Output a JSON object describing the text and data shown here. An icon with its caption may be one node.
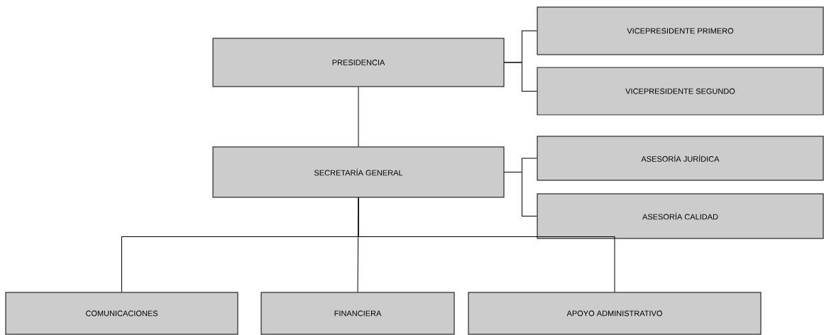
{
  "diagram": {
    "nodes": [
      {
        "text": [
          "PRESIDENCIA"
        ]
      },
      {
        "text": [
          "VICEPRESIDENTE PRIMERO"
        ]
      },
      {
        "text": [
          "VICEPRESIDENTE SEGUNDO"
        ]
      },
      {
        "text": [
          "SECRETARÍA GENERAL"
        ]
      },
      {
        "text": [
          "ASESORÍA JURÍDICA"
        ]
      },
      {
        "text": [
          "ASESORÍA CALIDAD"
        ]
      },
      {
        "text": [
          "COMUNICACIONES"
        ]
      },
      {
        "text": [
          "FINANCIERA"
        ]
      },
      {
        "text": [
          "APOYO ADMINISTRATIVO"
        ]
      }
    ],
    "edges": [
      {
        "from": 0,
        "to": 1,
        "arrow": "none"
      },
      {
        "from": 0,
        "to": 2,
        "arrow": "none"
      },
      {
        "from": 0,
        "to": 3,
        "arrow": "none"
      },
      {
        "from": 3,
        "to": 4,
        "arrow": "none"
      },
      {
        "from": 3,
        "to": 5,
        "arrow": "none"
      },
      {
        "from": 3,
        "to": 6,
        "arrow": "none"
      },
      {
        "from": 3,
        "to": 7,
        "arrow": "none"
      },
      {
        "from": 3,
        "to": 8,
        "arrow": "none"
      }
    ]
  }
}
